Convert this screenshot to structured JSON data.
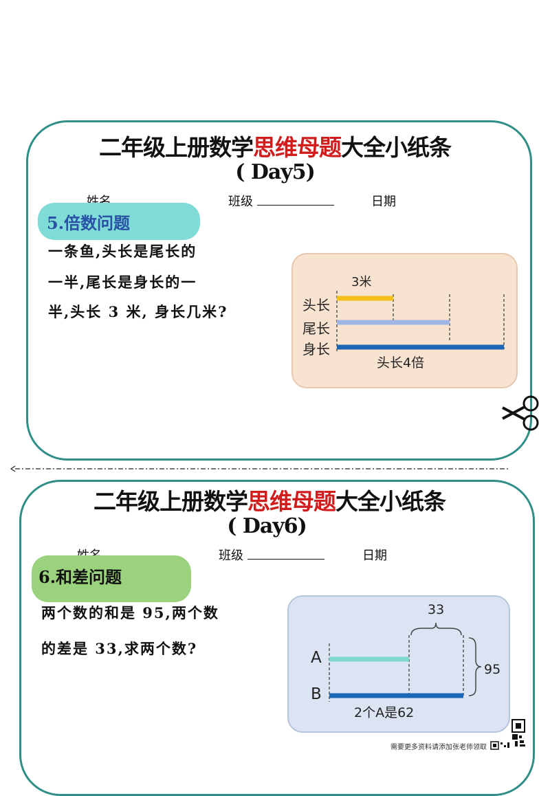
{
  "sheet_title_part1": "二年级上册数学",
  "sheet_title_red": "思维母题",
  "sheet_title_part2": "大全小纸条",
  "fields": {
    "name": "姓名",
    "class": "班级",
    "date": "日期"
  },
  "card1": {
    "day": "( Day5)",
    "topic": "5.倍数问题",
    "question_lines": [
      "一条鱼,头长是尾长的",
      "一半,尾长是身长的一",
      "半,头长 3 米, 身长几米?"
    ],
    "diagram": {
      "top_label": "3米",
      "rows": [
        "头长",
        "尾长",
        "身长"
      ],
      "bottom_label": "头长4倍",
      "colors": {
        "bg": "#f8e3d1",
        "head": "#f2c018",
        "tail": "#9eb6e6",
        "body": "#1e66b5"
      }
    }
  },
  "card2": {
    "day": "( Day6)",
    "topic": "6.和差问题",
    "question_lines": [
      "两个数的和是 95,两个数",
      "的差是 33,求两个数?"
    ],
    "diagram": {
      "diff_label": "33",
      "sum_label": "95",
      "row_a": "A",
      "row_b": "B",
      "bottom_label": "2个A是62",
      "colors": {
        "bg": "#dce4f3",
        "a": "#7fd8d0",
        "b": "#1c66b6"
      }
    }
  },
  "footer": "需要更多资料请添加张老师领取",
  "colors": {
    "border": "#2f8f86",
    "pill1": "#7fdcd6",
    "pill2": "#9bd27e",
    "red": "#d01c1c"
  }
}
